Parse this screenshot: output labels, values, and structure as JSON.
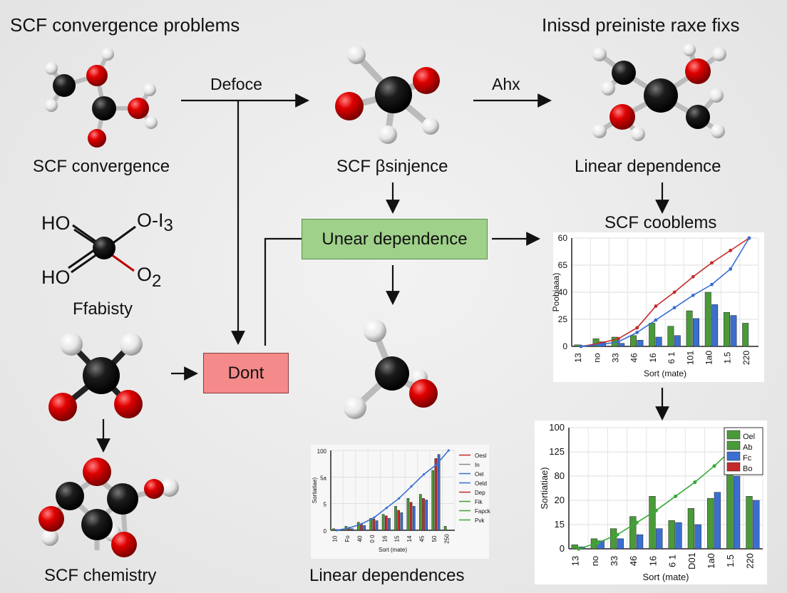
{
  "headings": {
    "left_title": "SCF convergence problems",
    "right_title": "Inissd preiniste raxe fixs"
  },
  "labels": {
    "mol1": "SCF convergence",
    "mol2": "SCF βsinjence",
    "mol3": "Linear dependence",
    "fabisty": "Ffabisty",
    "chemistry": "SCF chemistry",
    "scf_cooblems": "SCF cooblems",
    "linear_dependences": "Linear dependences"
  },
  "arrow_labels": {
    "defoce": "Defoce",
    "ahx": "Ahx"
  },
  "boxes": {
    "unear": "Unear dependence",
    "dont": "Dont"
  },
  "chem_formula": {
    "ho_top": "HO",
    "o_h3": "O-I",
    "o_h3_sub": "3",
    "ho_bottom": "HO",
    "o2": "O",
    "o2_sub": "2"
  },
  "colors": {
    "carbon": "#151515",
    "oxygen": "#e00000",
    "hydrogen": "#f2f2f2",
    "box_green": "#9fd18a",
    "box_red": "#f58a8a",
    "bar_green": "#4a9a3a",
    "bar_blue": "#3a6fd0",
    "line_red": "#c42a2a",
    "line_blue": "#3a6fd0",
    "line_green": "#3aaa3a"
  },
  "chart_data": [
    {
      "type": "bar",
      "ylabel": "Poobiaaa)",
      "xlabel": "Sort (mate)",
      "y_ticks": [
        "60",
        "65",
        "40",
        "25",
        "0"
      ],
      "categories": [
        "13",
        "no",
        "33",
        "46",
        "16",
        "6 1",
        "101",
        "1a0",
        "1.5",
        "220"
      ],
      "series": [
        {
          "kind": "bar",
          "color": "green",
          "values": [
            1,
            5,
            6,
            7,
            15,
            13,
            23,
            35,
            22,
            15
          ]
        },
        {
          "kind": "bar",
          "color": "blue",
          "values": [
            0.5,
            3,
            2,
            4,
            6,
            7,
            18,
            27,
            20,
            0
          ]
        },
        {
          "kind": "line",
          "color": "red",
          "values": [
            0,
            2,
            5,
            12,
            26,
            35,
            45,
            54,
            62,
            70
          ]
        },
        {
          "kind": "line",
          "color": "blue",
          "values": [
            0,
            1,
            3,
            9,
            17,
            25,
            33,
            40,
            50,
            70
          ]
        }
      ],
      "ylim": [
        0,
        70
      ]
    },
    {
      "type": "bar",
      "ylabel": "Sortiatiae)",
      "xlabel": "Sort (mate)",
      "y_ticks": [
        "100",
        "5a",
        "5",
        "0"
      ],
      "categories": [
        "10",
        "Fo",
        "40",
        "0 0",
        "16",
        "15",
        "14",
        "45",
        "50",
        "250"
      ],
      "legend": [
        "Oesl",
        "In",
        "Oel",
        "Oeld",
        "Dep",
        "Fik",
        "Fapck",
        "Pvk"
      ],
      "legend_colors": [
        "#c42a2a",
        "#888888",
        "#3a6fd0",
        "#3a6fd0",
        "#c42a2a",
        "#4a9a3a",
        "#4a9a3a",
        "#3aaa3a"
      ],
      "series": [
        {
          "kind": "bar",
          "color": "green",
          "values": [
            2,
            5,
            10,
            15,
            20,
            30,
            40,
            45,
            75,
            5
          ]
        },
        {
          "kind": "bar",
          "color": "red",
          "values": [
            1,
            3,
            8,
            14,
            18,
            25,
            35,
            40,
            90,
            0
          ]
        },
        {
          "kind": "bar",
          "color": "blue",
          "values": [
            1,
            2,
            6,
            12,
            15,
            22,
            30,
            38,
            95,
            0
          ]
        },
        {
          "kind": "line",
          "color": "blue",
          "values": [
            0,
            3,
            8,
            16,
            28,
            40,
            55,
            70,
            82,
            100
          ]
        }
      ],
      "ylim": [
        0,
        100
      ]
    },
    {
      "type": "bar",
      "ylabel": "Sortiatiae)",
      "xlabel": "Sort (mate)",
      "y_ticks": [
        "100",
        "125",
        "80",
        "20",
        "15",
        "0"
      ],
      "categories": [
        "13",
        "no",
        "33",
        "46",
        "16",
        "6 1",
        "D01",
        "1a0",
        "1.5",
        "220"
      ],
      "legend": [
        "Oel",
        "Ab",
        "Fc",
        "Bo"
      ],
      "legend_colors": [
        "#4a9a3a",
        "#4a9a3a",
        "#3a6fd0",
        "#c42a2a"
      ],
      "series": [
        {
          "kind": "bar",
          "color": "green",
          "values": [
            2,
            5,
            10,
            16,
            26,
            14,
            20,
            25,
            46,
            26
          ]
        },
        {
          "kind": "bar",
          "color": "blue",
          "values": [
            1,
            4,
            5,
            7,
            10,
            13,
            12,
            28,
            36,
            24
          ]
        },
        {
          "kind": "line",
          "color": "green",
          "values": [
            0,
            3,
            7,
            13,
            19,
            26,
            33,
            41,
            50,
            58
          ]
        }
      ],
      "ylim": [
        0,
        60
      ]
    }
  ]
}
